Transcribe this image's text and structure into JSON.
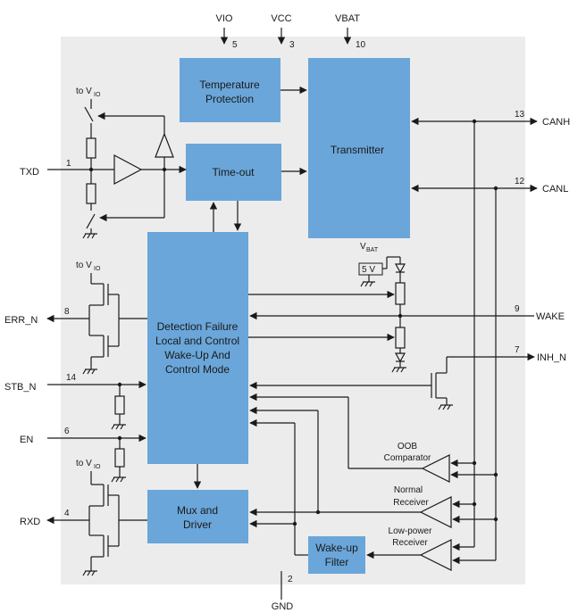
{
  "blocks": {
    "temperature": [
      "Temperature",
      "Protection"
    ],
    "transmitter": "Transmitter",
    "timeout": "Time-out",
    "detection": [
      "Detection Failure",
      "Local and Control",
      "Wake-Up And",
      "Control Mode"
    ],
    "mux": [
      "Mux and",
      "Driver"
    ],
    "wakeup_filter": [
      "Wake-up",
      "Filter"
    ]
  },
  "signals": {
    "vio": "VIO",
    "vcc": "VCC",
    "vbat": "VBAT",
    "txd": "TXD",
    "err_n": "ERR_N",
    "stb_n": "STB_N",
    "en": "EN",
    "rxd": "RXD",
    "canh": "CANH",
    "canl": "CANL",
    "wake": "WAKE",
    "inh_n": "INH_N",
    "gnd": "GND"
  },
  "pins": {
    "vio": "5",
    "vcc": "3",
    "vbat": "10",
    "txd": "1",
    "err_n": "8",
    "stb_n": "14",
    "en": "6",
    "rxd": "4",
    "canh": "13",
    "canl": "12",
    "wake": "9",
    "inh_n": "7",
    "gnd": "2"
  },
  "labels": {
    "to_vio": "to V",
    "io_sub": "IO",
    "vbat_main": "V",
    "vbat_sub": "BAT",
    "five_v": "5 V",
    "oob": [
      "OOB",
      "Comparator"
    ],
    "normal": [
      "Normal",
      "Receiver"
    ],
    "lowpower": [
      "Low-power",
      "Receiver"
    ]
  },
  "colors": {
    "block_fill": "#6aa6d9",
    "panel_fill": "#ececec",
    "line": "#1a1a1a"
  }
}
